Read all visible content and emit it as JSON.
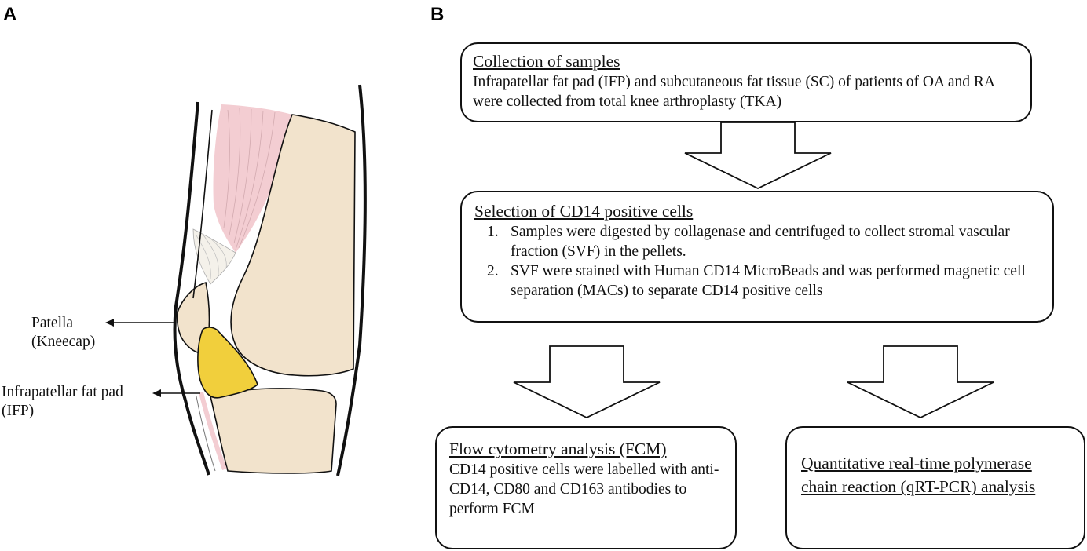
{
  "panels": {
    "a": "A",
    "b": "B"
  },
  "anatomy": {
    "patella_line1": "Patella",
    "patella_line2": "(Kneecap)",
    "ifp_line1": "Infrapatellar fat pad",
    "ifp_line2": "(IFP)"
  },
  "flow": {
    "collection": {
      "title": "Collection of samples",
      "text": "Infrapatellar fat pad  (IFP) and subcutaneous fat tissue (SC) of patients of OA and RA were collected from total knee arthroplasty (TKA)"
    },
    "selection": {
      "title": "Selection of CD14 positive cells",
      "steps": [
        {
          "num": "1.",
          "text": "Samples were digested by collagenase and centrifuged to collect stromal vascular fraction (SVF) in the pellets."
        },
        {
          "num": "2.",
          "text": "SVF were stained with Human CD14 MicroBeads and was performed magnetic cell separation (MACs) to separate CD14 positive cells"
        }
      ]
    },
    "fcm": {
      "title": "Flow cytometry analysis (FCM)",
      "text": "CD14 positive cells were labelled with anti-CD14, CD80 and CD163 antibodies to perform FCM"
    },
    "qpcr": {
      "title": "Quantitative real-time polymerase chain reaction (qRT-PCR) analysis"
    }
  },
  "colors": {
    "muscle": "#f3cdd2",
    "bone": "#f2e3cc",
    "fat_pad": "#f1cf3c",
    "outline": "#111111"
  }
}
